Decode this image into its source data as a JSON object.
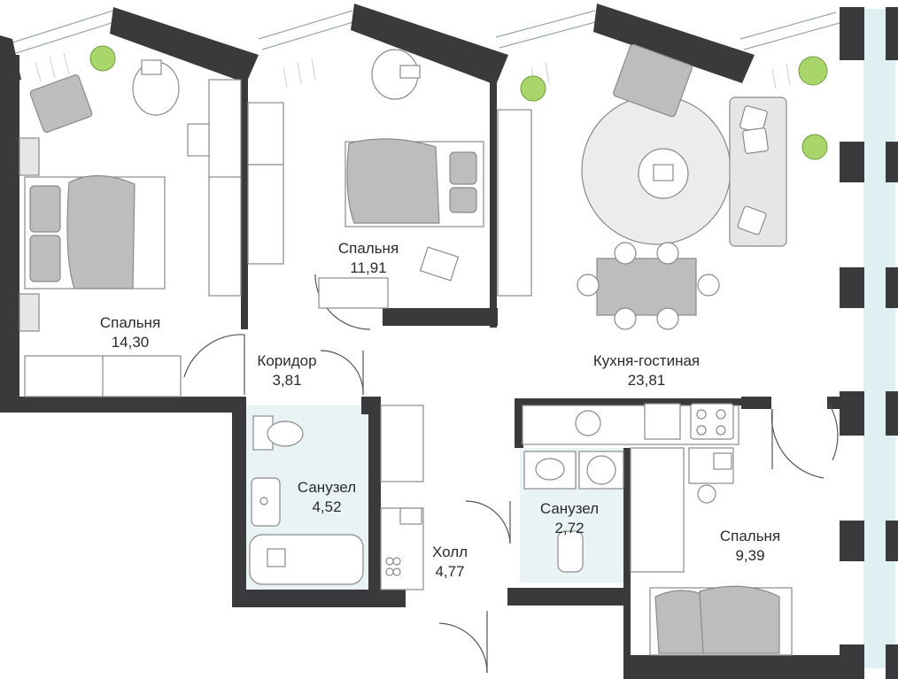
{
  "rooms": [
    {
      "id": "bedroom1",
      "name": "Спальня",
      "area": "14,30"
    },
    {
      "id": "bedroom2",
      "name": "Спальня",
      "area": "11,91"
    },
    {
      "id": "corridor",
      "name": "Коридор",
      "area": "3,81"
    },
    {
      "id": "kitchen",
      "name": "Кухня-гостиная",
      "area": "23,81"
    },
    {
      "id": "bath1",
      "name": "Санузел",
      "area": "4,52"
    },
    {
      "id": "hall",
      "name": "Холл",
      "area": "4,77"
    },
    {
      "id": "bath2",
      "name": "Санузел",
      "area": "2,72"
    },
    {
      "id": "bedroom3",
      "name": "Спальня",
      "area": "9,39"
    }
  ],
  "colors": {
    "wall": "#3a3a3c",
    "furniture": "#bdbdbd",
    "furniture_outline": "#8a8a8a",
    "window_tint": "#dff0f2",
    "plant": "#a8d66a",
    "tile": "#e6f2f3"
  }
}
